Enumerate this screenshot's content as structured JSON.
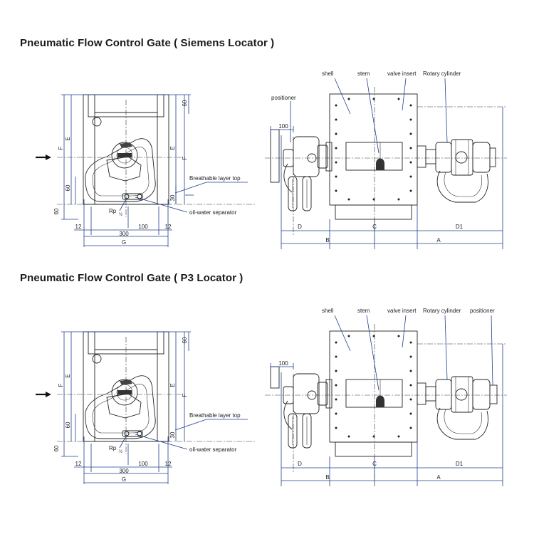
{
  "sections": [
    {
      "title": "Pneumatic Flow Control Gate ( Siemens Locator )",
      "labels": {
        "shell": "shell",
        "stem": "stem",
        "valve_insert": "valve insert",
        "rotary_cylinder": "Rotary cylinder",
        "positioner": "positioner",
        "breathable": "Breathable layer top",
        "oil_water": "oil-water separator",
        "rp": "Rp",
        "rp_frac": "½"
      },
      "dims": {
        "d60_top": "60",
        "d_e_left": "E",
        "d_f_left": "F",
        "d60_left": "60",
        "d60_outer": "60",
        "d_e_right": "E",
        "d_f_right": "F",
        "d30": "30",
        "d12_left": "12",
        "d100": "100",
        "d12_right": "12",
        "d300": "300",
        "d_g": "G",
        "d100_pos": "100",
        "d_d": "D",
        "d_c": "C",
        "d_d1": "D1",
        "d_b": "B",
        "d_a": "A"
      }
    },
    {
      "title": "Pneumatic Flow Control Gate ( P3 Locator )",
      "labels": {
        "shell": "shell",
        "stem": "stem",
        "valve_insert": "valve insert",
        "rotary_cylinder": "Rotary cylinder",
        "positioner": "positioner",
        "breathable": "Breathable layer top",
        "oil_water": "oil-water separator",
        "rp": "Rp",
        "rp_frac": "½"
      },
      "dims": {
        "d60_top": "60",
        "d_e_left": "E",
        "d_f_left": "F",
        "d60_left": "60",
        "d60_outer": "60",
        "d_e_right": "E",
        "d_f_right": "F",
        "d30": "30",
        "d12_left": "12",
        "d100": "100",
        "d12_right": "12",
        "d300": "300",
        "d_g": "G",
        "d100_pos": "100",
        "d_d": "D",
        "d_c": "C",
        "d_d1": "D1",
        "d_b": "B",
        "d_a": "A"
      }
    }
  ]
}
